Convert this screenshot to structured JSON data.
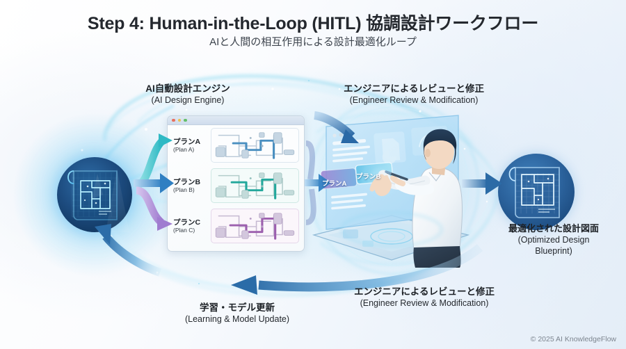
{
  "header": {
    "title": "Step 4: Human-in-the-Loop (HITL) 協調設計ワークフロー",
    "subtitle": "AIと人間の相互作用による設計最適化ループ"
  },
  "labels": {
    "engine": {
      "jp": "AI自動設計エンジン",
      "en": "(AI Design Engine)"
    },
    "review_top": {
      "jp": "エンジニアによるレビューと修正",
      "en": "(Engineer Review & Modification)"
    },
    "review_bottom": {
      "jp": "エンジニアによるレビューと修正",
      "en": "(Engineer Review & Modification)"
    },
    "learning": {
      "jp": "学習・モデル更新",
      "en": "(Learning & Model Update)"
    },
    "blueprint": {
      "jp": "最適化された設計図面",
      "en_line1": "(Optimized Design",
      "en_line2": "Blueprint)"
    }
  },
  "plans_window": {
    "window_dots": [
      "close-dot",
      "minimize-dot",
      "maximize-dot"
    ],
    "plans": [
      {
        "jp": "プランA",
        "en": "(Plan A)",
        "accent": "#2a9d9a"
      },
      {
        "jp": "プランB",
        "en": "(Plan B)",
        "accent": "#1f8f9e"
      },
      {
        "jp": "プランC",
        "en": "(Plan C)",
        "accent": "#a06bbf"
      }
    ]
  },
  "hologram": {
    "tag_a": "プランA",
    "tag_b": "プランB"
  },
  "arrows": {
    "plan_a": {
      "color": "#3fc2c9",
      "direction": "right"
    },
    "plan_b": {
      "color": "#3f7fc4",
      "direction": "right"
    },
    "plan_c": {
      "color": "#ad8fd6",
      "direction": "right"
    },
    "to_output": {
      "color": "#3d7db8",
      "direction": "right"
    },
    "feedback_bottom": {
      "color": "#2f72ab",
      "direction": "left"
    },
    "feedback_left_up": {
      "color": "#2f72ab",
      "direction": "up-left"
    },
    "review_down": {
      "color": "#2f6fae",
      "direction": "down-right"
    }
  },
  "icons": {
    "left_orb": "blueprint-orb-icon",
    "right_orb": "optimized-blueprint-orb-icon"
  },
  "colors": {
    "title": "#24282e",
    "accent_cyan": "#4fc8d8",
    "accent_blue": "#2f72ab",
    "accent_purple": "#ad8fd6",
    "orb_blue": "#1d4c80"
  },
  "footer": {
    "copyright": "© 2025 AI KnowledgeFlow"
  }
}
